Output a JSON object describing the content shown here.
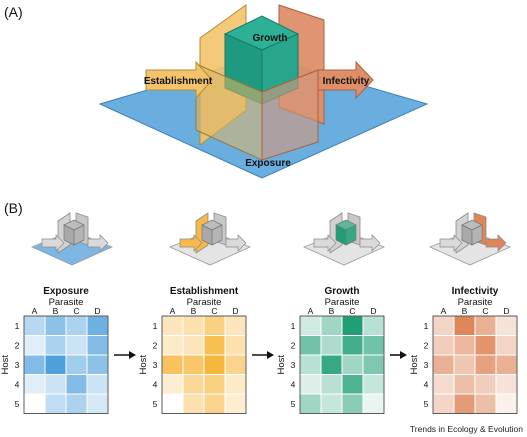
{
  "panel_a": {
    "label": "(A)",
    "labels": {
      "growth": "Growth",
      "establishment": "Establishment",
      "infectivity": "Infectivity",
      "exposure": "Exposure"
    },
    "colors": {
      "exposure": "#6aaedf",
      "establishment": "#f3c36c",
      "growth": "#27a88b",
      "infectivity": "#de8e69"
    }
  },
  "panel_b": {
    "label": "(B)",
    "axis_top": "Parasite",
    "axis_side": "Host",
    "col_labels": [
      "A",
      "B",
      "C",
      "D"
    ],
    "row_labels": [
      "1",
      "2",
      "3",
      "4",
      "5"
    ],
    "stages": [
      {
        "title": "Exposure",
        "base": "#2e8fd6",
        "matrix": [
          [
            0.35,
            0.55,
            0.4,
            0.7
          ],
          [
            0.15,
            0.4,
            0.25,
            0.6
          ],
          [
            0.6,
            0.85,
            0.45,
            0.55
          ],
          [
            0.15,
            0.25,
            0.6,
            0.25
          ],
          [
            0.0,
            0.3,
            0.4,
            0.2
          ]
        ]
      },
      {
        "title": "Establishment",
        "base": "#f5a91a",
        "matrix": [
          [
            0.3,
            0.35,
            0.55,
            0.3
          ],
          [
            0.25,
            0.3,
            0.75,
            0.35
          ],
          [
            0.7,
            0.65,
            0.85,
            0.5
          ],
          [
            0.2,
            0.45,
            0.55,
            0.25
          ],
          [
            0.0,
            0.35,
            0.5,
            0.2
          ]
        ]
      },
      {
        "title": "Growth",
        "base": "#14996f",
        "matrix": [
          [
            0.2,
            0.4,
            0.95,
            0.3
          ],
          [
            0.6,
            0.35,
            0.8,
            0.6
          ],
          [
            0.3,
            0.85,
            0.4,
            0.55
          ],
          [
            0.15,
            0.3,
            0.75,
            0.25
          ],
          [
            0.4,
            0.25,
            0.5,
            0.1
          ]
        ]
      },
      {
        "title": "Infectivity",
        "base": "#d8703c",
        "matrix": [
          [
            0.3,
            0.85,
            0.55,
            0.2
          ],
          [
            0.35,
            0.5,
            0.75,
            0.3
          ],
          [
            0.55,
            0.4,
            0.65,
            0.55
          ],
          [
            0.25,
            0.45,
            0.35,
            0.2
          ],
          [
            0.3,
            0.7,
            0.45,
            0.1
          ]
        ]
      }
    ]
  },
  "credit": "Trends in Ecology & Evolution"
}
